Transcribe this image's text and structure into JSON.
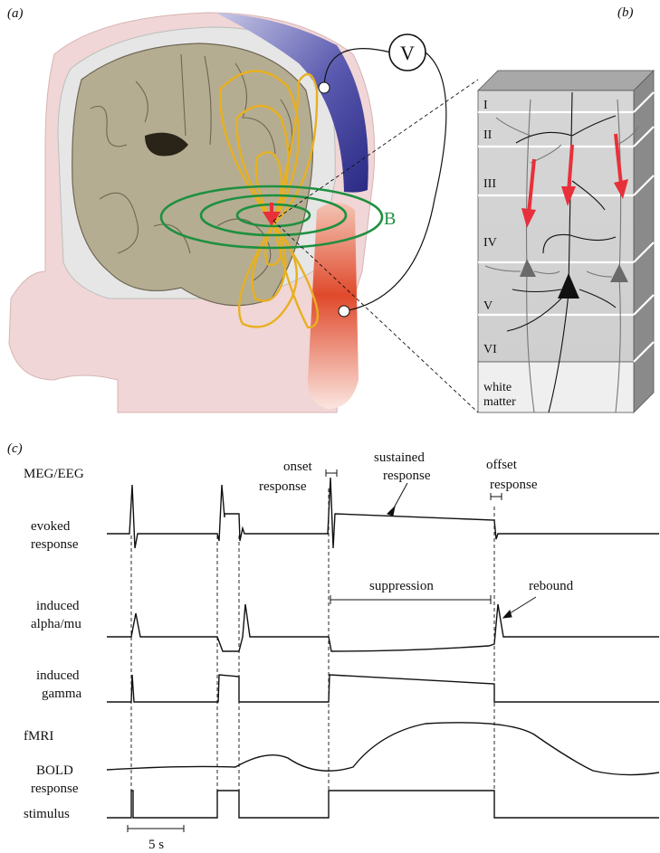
{
  "panels": {
    "a": "(a)",
    "b": "(b)",
    "c": "(c)"
  },
  "panel_a": {
    "voltmeter": "V",
    "field": "B"
  },
  "panel_b": {
    "layers": [
      "I",
      "II",
      "III",
      "IV",
      "V",
      "VI"
    ],
    "white_matter": [
      "white",
      "matter"
    ]
  },
  "panel_c": {
    "row_labels": {
      "meg_eeg": "MEG/EEG",
      "evoked": [
        "evoked",
        "response"
      ],
      "alpha": [
        "induced",
        "alpha/mu"
      ],
      "gamma": [
        "induced",
        "gamma"
      ],
      "fmri": "fMRI",
      "bold": [
        "BOLD",
        "response"
      ],
      "stimulus": "stimulus"
    },
    "annotations": {
      "onset": [
        "onset",
        "response"
      ],
      "sustained": [
        "sustained",
        "response"
      ],
      "offset": [
        "offset",
        "response"
      ],
      "suppression": "suppression",
      "rebound": "rebound",
      "scale": "5 s"
    }
  },
  "colors": {
    "dipole_field": "#e8b020",
    "magnetic_field": "#1e9040",
    "pyramidal_current": "#e8303a",
    "electrode_front": "#3a3a9a",
    "electrode_back": "#e03020"
  }
}
